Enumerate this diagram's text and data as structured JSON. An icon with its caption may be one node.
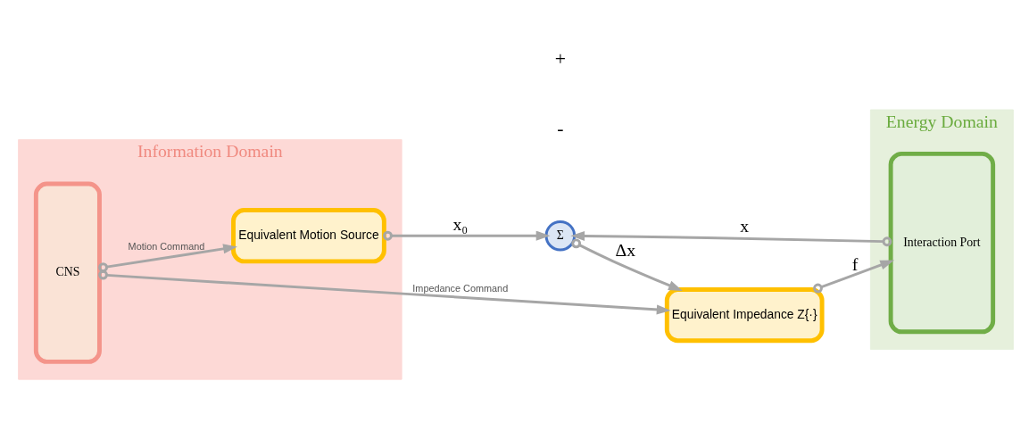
{
  "diagram": {
    "nodes": [
      {
        "text": [
          "Information Domain"
        ]
      },
      {
        "text": [
          "Energy Domain"
        ]
      },
      {
        "text": [
          "CNS"
        ],
        "in": 0
      },
      {
        "text": [
          "Equivalent Impedance Z{·}"
        ]
      },
      {
        "text": [
          "Equivalent Motion Source"
        ],
        "in": 0
      },
      {
        "text": [
          "Σ"
        ]
      },
      {
        "text": [
          "Interaction Port"
        ],
        "in": 1
      }
    ],
    "edges": [
      {
        "from": 2,
        "to": 3,
        "arrow": "to",
        "label": "Impedance Command"
      },
      {
        "from": 2,
        "to": 4,
        "arrow": "to",
        "label": "Motion Command"
      },
      {
        "from": 4,
        "to": 5,
        "arrow": "to",
        "label": "x₀"
      },
      {
        "from": 6,
        "to": 5,
        "arrow": "to",
        "label": "x"
      },
      {
        "from": 5,
        "to": 3,
        "arrow": "to",
        "label": "Δx"
      },
      {
        "from": 3,
        "to": 6,
        "arrow": "to",
        "label": "f"
      }
    ],
    "labels": [
      "+",
      "-"
    ]
  }
}
